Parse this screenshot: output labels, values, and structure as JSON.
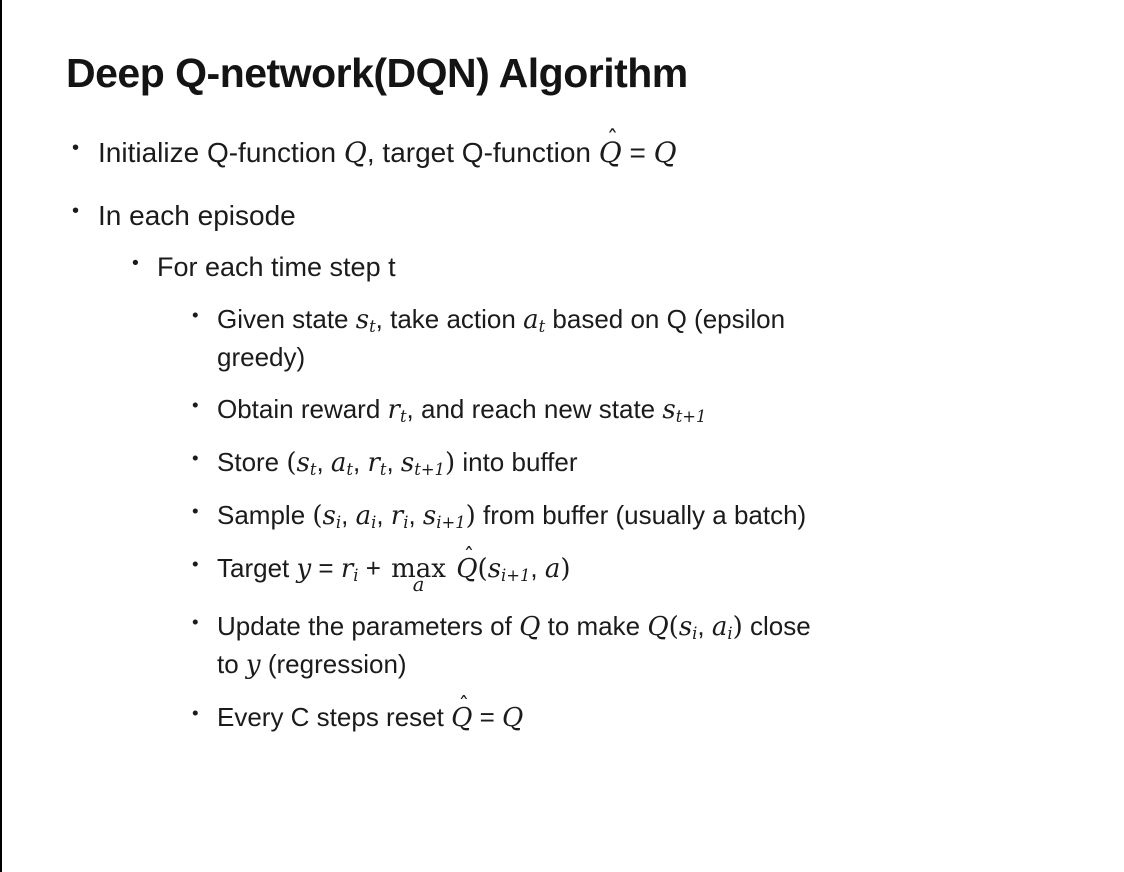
{
  "slide": {
    "title": "Deep Q-network(DQN) Algorithm",
    "bullet_glyph": "•",
    "colors": {
      "background": "#ffffff",
      "text": "#1b1b1b",
      "edge_line": "#000000"
    },
    "bullets": [
      {
        "level": 1,
        "parts": [
          {
            "k": "t",
            "x": "Initialize Q-function "
          },
          {
            "k": "v",
            "x": "Q"
          },
          {
            "k": "t",
            "x": ", target Q-function "
          },
          {
            "k": "h",
            "x": "Q"
          },
          {
            "k": "t",
            "x": " = "
          },
          {
            "k": "v",
            "x": "Q"
          }
        ]
      },
      {
        "level": 1,
        "parts": [
          {
            "k": "t",
            "x": "In each episode"
          }
        ]
      },
      {
        "level": 2,
        "parts": [
          {
            "k": "t",
            "x": "For each time step t"
          }
        ]
      },
      {
        "level": 3,
        "parts": [
          {
            "k": "t",
            "x": "Given state "
          },
          {
            "k": "v",
            "x": "s",
            "sub": "t"
          },
          {
            "k": "t",
            "x": ", take action "
          },
          {
            "k": "v",
            "x": "a",
            "sub": "t"
          },
          {
            "k": "t",
            "x": " based on Q (epsilon"
          },
          {
            "k": "br"
          },
          {
            "k": "t",
            "x": "greedy)"
          }
        ]
      },
      {
        "level": 3,
        "parts": [
          {
            "k": "t",
            "x": "Obtain reward "
          },
          {
            "k": "v",
            "x": "r",
            "sub": "t"
          },
          {
            "k": "t",
            "x": ", and reach new state "
          },
          {
            "k": "v",
            "x": "s",
            "sub": "t+1"
          }
        ]
      },
      {
        "level": 3,
        "parts": [
          {
            "k": "t",
            "x": "Store "
          },
          {
            "k": "p",
            "x": "("
          },
          {
            "k": "v",
            "x": "s",
            "sub": "t"
          },
          {
            "k": "t",
            "x": ", "
          },
          {
            "k": "v",
            "x": "a",
            "sub": "t"
          },
          {
            "k": "t",
            "x": ", "
          },
          {
            "k": "v",
            "x": "r",
            "sub": "t"
          },
          {
            "k": "t",
            "x": ", "
          },
          {
            "k": "v",
            "x": "s",
            "sub": "t+1"
          },
          {
            "k": "p",
            "x": ")"
          },
          {
            "k": "t",
            "x": " into buffer"
          }
        ]
      },
      {
        "level": 3,
        "parts": [
          {
            "k": "t",
            "x": "Sample "
          },
          {
            "k": "p",
            "x": "("
          },
          {
            "k": "v",
            "x": "s",
            "sub": "i"
          },
          {
            "k": "t",
            "x": ", "
          },
          {
            "k": "v",
            "x": "a",
            "sub": "i"
          },
          {
            "k": "t",
            "x": ", "
          },
          {
            "k": "v",
            "x": "r",
            "sub": "i"
          },
          {
            "k": "t",
            "x": ", "
          },
          {
            "k": "v",
            "x": "s",
            "sub": "i+1"
          },
          {
            "k": "p",
            "x": ")"
          },
          {
            "k": "t",
            "x": " from buffer (usually a batch)"
          }
        ]
      },
      {
        "level": 3,
        "parts": [
          {
            "k": "t",
            "x": "Target "
          },
          {
            "k": "v",
            "x": "y"
          },
          {
            "k": "t",
            "x": " = "
          },
          {
            "k": "v",
            "x": "r",
            "sub": "i"
          },
          {
            "k": "t",
            "x": " + "
          },
          {
            "k": "m",
            "x": "max",
            "u": "a"
          },
          {
            "k": "t",
            "x": " "
          },
          {
            "k": "h",
            "x": "Q"
          },
          {
            "k": "p",
            "x": "("
          },
          {
            "k": "v",
            "x": "s",
            "sub": "i+1"
          },
          {
            "k": "t",
            "x": ", "
          },
          {
            "k": "v",
            "x": "a"
          },
          {
            "k": "p",
            "x": ")"
          }
        ]
      },
      {
        "level": 3,
        "parts": [
          {
            "k": "t",
            "x": "Update the parameters of "
          },
          {
            "k": "v",
            "x": "Q"
          },
          {
            "k": "t",
            "x": " to make "
          },
          {
            "k": "v",
            "x": "Q"
          },
          {
            "k": "p",
            "x": "("
          },
          {
            "k": "v",
            "x": "s",
            "sub": "i"
          },
          {
            "k": "t",
            "x": ", "
          },
          {
            "k": "v",
            "x": "a",
            "sub": "i"
          },
          {
            "k": "p",
            "x": ")"
          },
          {
            "k": "t",
            "x": " close"
          },
          {
            "k": "br"
          },
          {
            "k": "t",
            "x": "to "
          },
          {
            "k": "v",
            "x": "y"
          },
          {
            "k": "t",
            "x": " (regression)"
          }
        ]
      },
      {
        "level": 3,
        "parts": [
          {
            "k": "t",
            "x": "Every C steps reset "
          },
          {
            "k": "h",
            "x": "Q"
          },
          {
            "k": "t",
            "x": " = "
          },
          {
            "k": "v",
            "x": "Q"
          }
        ]
      }
    ]
  }
}
